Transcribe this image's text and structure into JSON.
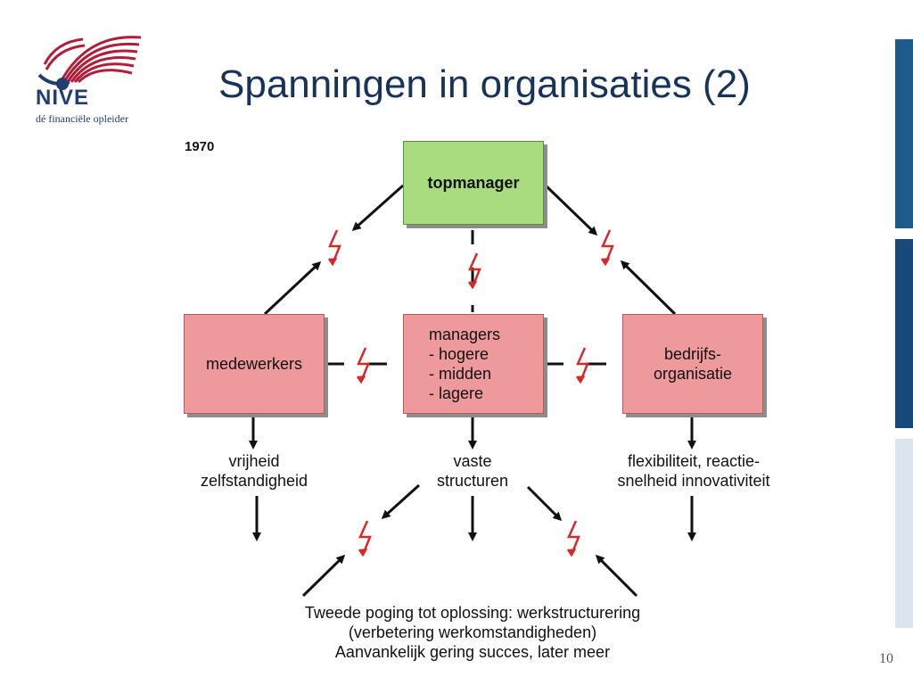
{
  "logo": {
    "name": "NIVE",
    "tagline": "dé financiële opleider"
  },
  "title": "Spanningen in organisaties (2)",
  "year": "1970",
  "boxes": {
    "topmanager": "topmanager",
    "medewerkers": "medewerkers",
    "managers": [
      "managers",
      "- hogere",
      "- midden",
      "- lagere"
    ],
    "bedrijfs": [
      "bedrijfs-",
      "organisatie"
    ]
  },
  "outcomes": {
    "left": [
      "vrijheid",
      "zelfstandigheid"
    ],
    "center": [
      "vaste",
      "structuren"
    ],
    "right": [
      "flexibiliteit, reactie-",
      "snelheid innovativiteit"
    ]
  },
  "bottom_text": [
    "Tweede poging tot oplossing: werkstructurering",
    "(verbetering werkomstandigheden)",
    "Aanvankelijk gering succes, later meer"
  ],
  "page_number": "10",
  "colors": {
    "title": "#17335c",
    "green_box": "#a8dc7e",
    "red_box": "#ee9a9c",
    "lightning": "#d42a2a",
    "sidebar": "#1f5a8c"
  }
}
